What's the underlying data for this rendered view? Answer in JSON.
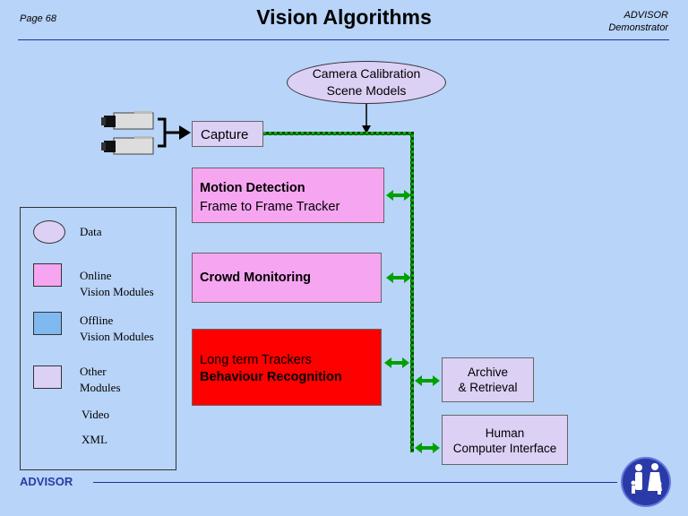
{
  "header": {
    "page_number": "Page 68",
    "title": "Vision Algorithms",
    "brand_line1": "ADVISOR",
    "brand_line2": "Demonstrator"
  },
  "diagram": {
    "data_node": {
      "line1": "Camera Calibration",
      "line2": "Scene Models"
    },
    "capture": {
      "label": "Capture"
    },
    "motion": {
      "line1": "Motion Detection",
      "line2": "Frame to Frame Tracker"
    },
    "crowd": {
      "label": "Crowd Monitoring"
    },
    "trackers": {
      "line1": "Long term Trackers",
      "line2": "Behaviour Recognition"
    },
    "archive": {
      "line1": "Archive",
      "line2": "& Retrieval"
    },
    "hci": {
      "line1": "Human",
      "line2": "Computer Interface"
    },
    "cameras": "camera-icon",
    "colors": {
      "online": "#f6a6f0",
      "offline": "#80b8f0",
      "other": "#dcd0f5",
      "active": "#ff0000",
      "video_arrow": "#2233cc",
      "xml_arrow": "#00b000",
      "background": "#b8d4f8"
    }
  },
  "legend": {
    "data": "Data",
    "online_line1": "Online",
    "online_line2": "Vision Modules",
    "offline_line1": "Offline",
    "offline_line2": "Vision Modules",
    "other_line1": "Other",
    "other_line2": "Modules",
    "video": "Video",
    "xml": "XML"
  },
  "footer": {
    "brand": "ADVISOR",
    "logo": "family-logo-icon"
  }
}
